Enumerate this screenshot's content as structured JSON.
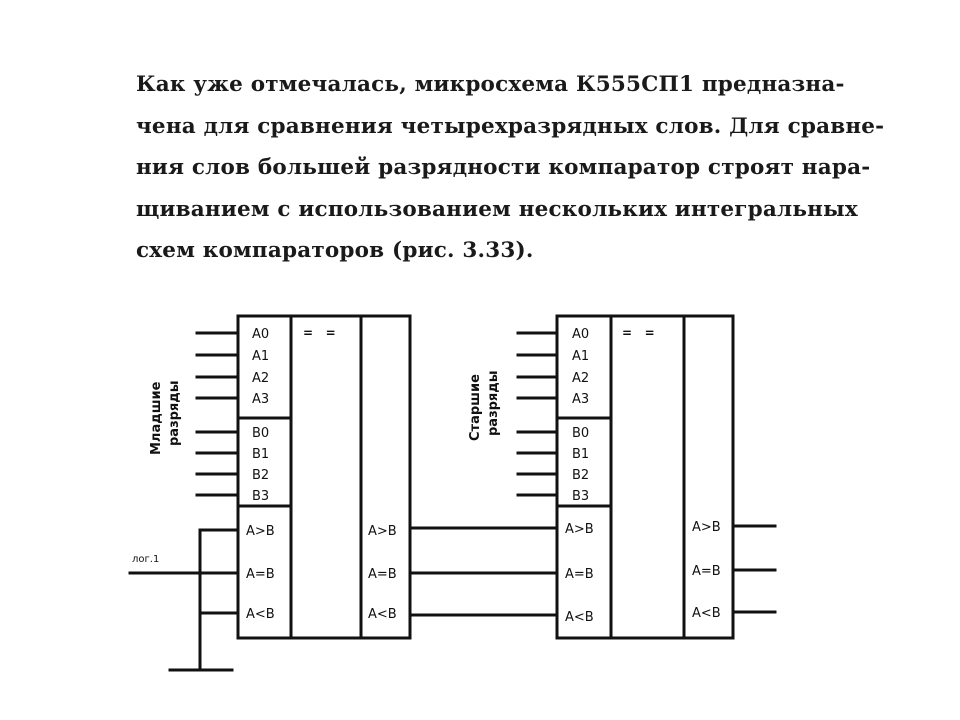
{
  "paragraph": {
    "lines": [
      "Как уже отмечалась, микросхема К555СП1 предназна-",
      "чена для сравнения четырехразрядных слов. Для сравне-",
      "ния слов большей разрядности компаратор строят нара-",
      "щиванием с использованием нескольких интегральных",
      "схем компараторов (рис. 3.33)."
    ]
  },
  "diagram": {
    "left_chip": {
      "side_label_1": "Младшие",
      "side_label_2": "разряды",
      "a_inputs": [
        "A0",
        "A1",
        "A2",
        "A3"
      ],
      "b_inputs": [
        "B0",
        "B1",
        "B2",
        "B3"
      ],
      "cascade_inputs": [
        "A>B",
        "A=B",
        "A<B"
      ],
      "outputs": [
        "A>B",
        "A=B",
        "A<B"
      ],
      "function": "=   ="
    },
    "right_chip": {
      "side_label_1": "Старшие",
      "side_label_2": "разряды",
      "a_inputs": [
        "A0",
        "A1",
        "A2",
        "A3"
      ],
      "b_inputs": [
        "B0",
        "B1",
        "B2",
        "B3"
      ],
      "cascade_inputs": [
        "A>B",
        "A=B",
        "A<B"
      ],
      "outputs": [
        "A>B",
        "A=B",
        "A<B"
      ],
      "function": "=   ="
    },
    "logic_one_label": "лог.1"
  }
}
